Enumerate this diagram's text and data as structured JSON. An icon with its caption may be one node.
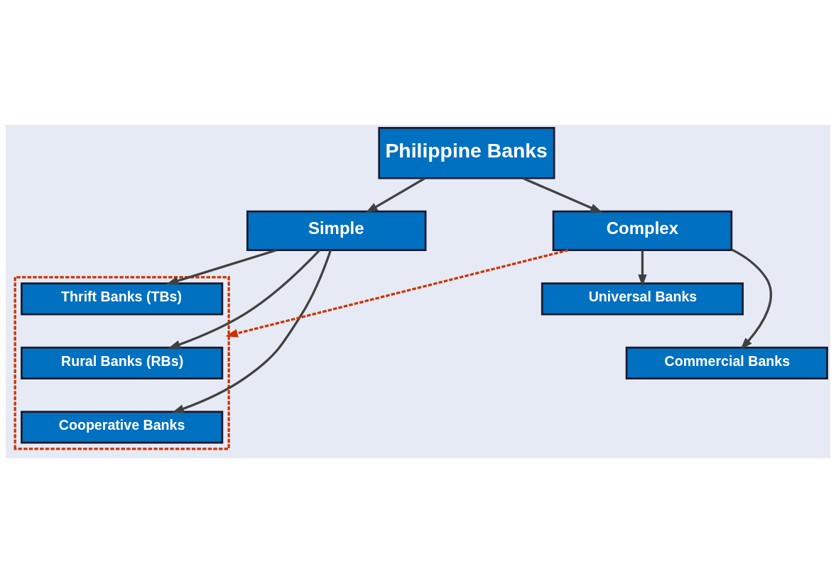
{
  "diagram": {
    "nodes": [
      {
        "text": [
          "Philippine Banks"
        ]
      },
      {
        "text": [
          "Simple"
        ]
      },
      {
        "text": [
          "Complex"
        ]
      },
      {
        "text": [],
        "shape": "box"
      },
      {
        "text": [
          "Thrift Banks (TBs)"
        ],
        "in": 3
      },
      {
        "text": [
          "Rural Banks (RBs)"
        ],
        "in": 3
      },
      {
        "text": [
          "Cooperative Banks"
        ],
        "in": 3
      },
      {
        "text": [
          "Universal Banks"
        ]
      },
      {
        "text": [
          "Commercial Banks"
        ]
      }
    ],
    "edges": [
      {
        "from": 0,
        "to": 1,
        "arrow": "to"
      },
      {
        "from": 0,
        "to": 2,
        "arrow": "to"
      },
      {
        "from": 1,
        "to": 4,
        "arrow": "to"
      },
      {
        "from": 1,
        "to": 5,
        "arrow": "to"
      },
      {
        "from": 1,
        "to": 6,
        "arrow": "to"
      },
      {
        "from": 2,
        "to": 7,
        "arrow": "to"
      },
      {
        "from": 2,
        "to": 8,
        "arrow": "to"
      },
      {
        "from": 2,
        "to": 3,
        "arrow": "to",
        "style": "dashed",
        "color": "#cc3300"
      }
    ]
  }
}
